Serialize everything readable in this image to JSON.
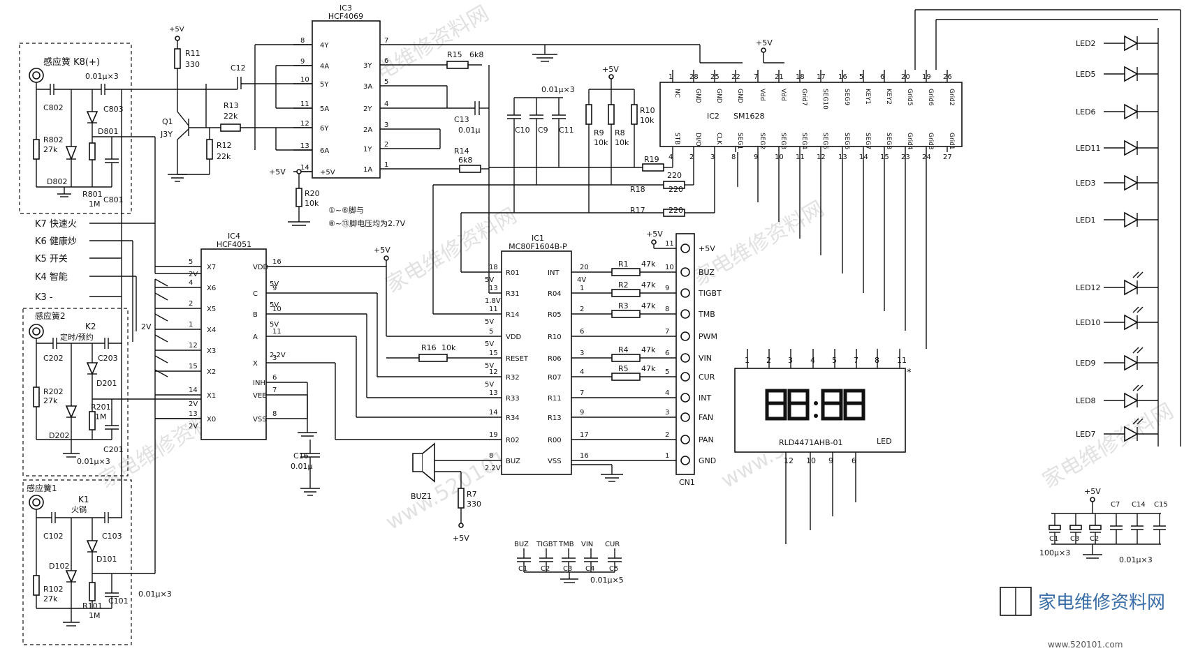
{
  "watermark": {
    "site": "www.520101.com",
    "brand": "家电维修资料网",
    "footer_url": "www.520101.com"
  },
  "ic3": {
    "ref": "IC3",
    "part": "HCF4069",
    "left_pins": [
      {
        "num": "8",
        "name": "4Y"
      },
      {
        "num": "9",
        "name": "4A"
      },
      {
        "num": "10",
        "name": "5Y"
      },
      {
        "num": "11",
        "name": "5A"
      },
      {
        "num": "12",
        "name": "6Y"
      },
      {
        "num": "13",
        "name": "6A"
      },
      {
        "num": "14",
        "name": "+5V"
      }
    ],
    "right_pins": [
      {
        "num": "7",
        "name": ""
      },
      {
        "num": "6",
        "name": "3Y"
      },
      {
        "num": "5",
        "name": "3A"
      },
      {
        "num": "4",
        "name": "2Y"
      },
      {
        "num": "3",
        "name": "2A"
      },
      {
        "num": "2",
        "name": "1Y"
      },
      {
        "num": "1",
        "name": "1A"
      }
    ]
  },
  "ic4": {
    "ref": "IC4",
    "part": "HCF4051",
    "left_pins": [
      {
        "num": "5",
        "name": "X7"
      },
      {
        "num": "4",
        "name": "X6"
      },
      {
        "num": "2",
        "name": "X5"
      },
      {
        "num": "1",
        "name": "X4"
      },
      {
        "num": "12",
        "name": "X3"
      },
      {
        "num": "15",
        "name": "X2"
      },
      {
        "num": "14",
        "name": "X1"
      },
      {
        "num": "13",
        "name": "X0"
      }
    ],
    "right_pins": [
      {
        "num": "16",
        "name": "VDD"
      },
      {
        "num": "9",
        "name": "C"
      },
      {
        "num": "10",
        "name": "B"
      },
      {
        "num": "11",
        "name": "A"
      },
      {
        "num": "3",
        "name": "X"
      },
      {
        "num": "6",
        "name": "INH"
      },
      {
        "num": "7",
        "name": "VEE"
      },
      {
        "num": "8",
        "name": "VSS"
      }
    ],
    "left_volts": [
      "2V",
      "2V",
      "2V"
    ],
    "right_volts": [
      "5V",
      "5V",
      "5V",
      "2.2V"
    ]
  },
  "ic1": {
    "ref": "IC1",
    "part": "MC80F1604B-P",
    "left_pins": [
      {
        "num": "18",
        "name": "R01",
        "v": "5V"
      },
      {
        "num": "13",
        "name": "R31",
        "v": "1.8V"
      },
      {
        "num": "11",
        "name": "R14",
        "v": "5V"
      },
      {
        "num": "5",
        "name": "VDD",
        "v": "5V"
      },
      {
        "num": "15",
        "name": "RESET",
        "v": "5V"
      },
      {
        "num": "12",
        "name": "R32",
        "v": "5V"
      },
      {
        "num": "13",
        "name": "R33",
        "v": ""
      },
      {
        "num": "14",
        "name": "R34",
        "v": ""
      },
      {
        "num": "19",
        "name": "R02",
        "v": ""
      },
      {
        "num": "8",
        "name": "BUZ",
        "v": "2.2V"
      }
    ],
    "right_pins": [
      {
        "num": "20",
        "name": "INT",
        "v": "4V"
      },
      {
        "num": "1",
        "name": "R04",
        "v": ""
      },
      {
        "num": "2",
        "name": "R05",
        "v": ""
      },
      {
        "num": "6",
        "name": "R10",
        "v": ""
      },
      {
        "num": "3",
        "name": "R06",
        "v": ""
      },
      {
        "num": "4",
        "name": "R07",
        "v": ""
      },
      {
        "num": "7",
        "name": "R11",
        "v": ""
      },
      {
        "num": "9",
        "name": "R13",
        "v": ""
      },
      {
        "num": "17",
        "name": "R00",
        "v": ""
      },
      {
        "num": "16",
        "name": "VSS",
        "v": ""
      }
    ]
  },
  "ic2": {
    "ref": "IC2",
    "part": "SM1628",
    "top_pins": [
      {
        "num": "1",
        "name": "NC"
      },
      {
        "num": "28",
        "name": "GND"
      },
      {
        "num": "25",
        "name": "GND"
      },
      {
        "num": "22",
        "name": "GND"
      },
      {
        "num": "7",
        "name": "Vdd"
      },
      {
        "num": "21",
        "name": "Vdd"
      },
      {
        "num": "18",
        "name": "Grid7"
      },
      {
        "num": "17",
        "name": "SEG10"
      },
      {
        "num": "16",
        "name": "SEG9"
      },
      {
        "num": "5",
        "name": "KEY1"
      },
      {
        "num": "6",
        "name": "KEY2"
      },
      {
        "num": "20",
        "name": "Grid5"
      },
      {
        "num": "19",
        "name": "Grid6"
      },
      {
        "num": "26",
        "name": "Grid2"
      }
    ],
    "bottom_pins": [
      {
        "num": "4",
        "name": "STB"
      },
      {
        "num": "2",
        "name": "DI/O"
      },
      {
        "num": "3",
        "name": "CLK"
      },
      {
        "num": "8",
        "name": "SEG1"
      },
      {
        "num": "9",
        "name": "SEG2"
      },
      {
        "num": "10",
        "name": "SEG3"
      },
      {
        "num": "11",
        "name": "SEG4"
      },
      {
        "num": "12",
        "name": "SEG5"
      },
      {
        "num": "13",
        "name": "SEG6"
      },
      {
        "num": "14",
        "name": "SEG7"
      },
      {
        "num": "15",
        "name": "SEG8"
      },
      {
        "num": "23",
        "name": "Grid4"
      },
      {
        "num": "24",
        "name": "Grid3"
      },
      {
        "num": "27",
        "name": "Grid1"
      }
    ]
  },
  "cn1": {
    "ref": "CN1",
    "pins": [
      {
        "num": "11",
        "name": "+5V"
      },
      {
        "num": "10",
        "name": "BUZ"
      },
      {
        "num": "9",
        "name": "TIGBT"
      },
      {
        "num": "8",
        "name": "TMB"
      },
      {
        "num": "7",
        "name": "PWM"
      },
      {
        "num": "6",
        "name": "VIN"
      },
      {
        "num": "5",
        "name": "CUR"
      },
      {
        "num": "4",
        "name": "INT"
      },
      {
        "num": "3",
        "name": "FAN"
      },
      {
        "num": "2",
        "name": "PAN"
      },
      {
        "num": "1",
        "name": "GND"
      }
    ]
  },
  "display": {
    "part": "RLD4471AHB-01",
    "type": "LED",
    "top_pins": [
      "1",
      "2",
      "3",
      "4",
      "5",
      "7",
      "8",
      "11"
    ],
    "bottom_pins": [
      "12",
      "10",
      "9",
      "6"
    ],
    "star": "*"
  },
  "leds_top": [
    "LED2",
    "LED5",
    "LED6",
    "LED11",
    "LED3",
    "LED1"
  ],
  "leds_bottom": [
    "LED12",
    "LED10",
    "LED9",
    "LED8",
    "LED7"
  ],
  "ic1_resistors": [
    {
      "ref": "R1",
      "val": "47k"
    },
    {
      "ref": "R2",
      "val": "47k"
    },
    {
      "ref": "R3",
      "val": "47k"
    },
    {
      "ref": "R4",
      "val": "47k"
    },
    {
      "ref": "R5",
      "val": "47k"
    }
  ],
  "labels": {
    "r11": "R11",
    "r11_val": "330",
    "q1": "Q1",
    "q1_part": "J3Y",
    "c12": "C12",
    "r13": "R13",
    "r13_val": "22k",
    "r12": "R12",
    "r12_val": "22k",
    "r15": "R15",
    "r15_val": "6k8",
    "r14": "R14",
    "r14_val": "6k8",
    "c13": "C13",
    "c13_val": "0.01μ",
    "r20": "R20",
    "r20_val": "10k",
    "note1": "①~⑥脚与",
    "note2": "⑧~⑬脚电压均为2.7V",
    "caps_x3": "0.01μ×3",
    "c10": "C10",
    "c9": "C9",
    "c11": "C11",
    "r9": "R9",
    "r9_val": "10k",
    "r8": "R8",
    "r8_val": "10k",
    "r10": "R10",
    "r10_val": "10k",
    "r19": "R19",
    "r19_val": "220",
    "r18": "R18",
    "r18_val": "220",
    "r17": "R17",
    "r17_val": "220",
    "r16": "R16",
    "r16_val": "10k",
    "c16": "C16",
    "c16_val": "0.01μ",
    "buz1": "BUZ1",
    "r7": "R7",
    "r7_val": "330",
    "plus5v": "+5V",
    "k8": "感应簧 K8(+)",
    "k8_caps": "0.01μ×3",
    "c802": "C802",
    "c803": "C803",
    "d801": "D801",
    "r802": "R802",
    "r802_val": "27k",
    "d802": "D802",
    "r801": "R801",
    "r801_val": "1M",
    "c801": "C801",
    "k7": "K7 快速火",
    "k6": "K6 健康炒",
    "k5": "K5 开关",
    "k4": "K4 智能",
    "k3": "K3 -",
    "coil2": "感应簧2",
    "k2": "K2",
    "k2_text": "定时/预约",
    "c202": "C202",
    "c203": "C203",
    "d201": "D201",
    "r202": "R202",
    "r202_val": "27k",
    "r201": "R201",
    "r201_val": "1M",
    "d202": "D202",
    "c201": "C201",
    "caps2": "0.01μ×3",
    "coil1": "感应簧1",
    "k1": "K1",
    "k1_text": "火锅",
    "c102": "C102",
    "c103": "C103",
    "d101": "D101",
    "d102": "D102",
    "r102": "R102",
    "r102_val": "27k",
    "r101": "R101",
    "r101_val": "1M",
    "c101": "C101",
    "caps1": "0.01μ×3",
    "two_v": "2V",
    "cap_group_labels": [
      "BUZ",
      "TIGBT",
      "TMB",
      "VIN",
      "CUR"
    ],
    "cap_group_refs": [
      "C1",
      "C2",
      "C3",
      "C4",
      "C5"
    ],
    "cap_group_val": "0.01μ×5",
    "elec_refs": [
      "C1",
      "C3",
      "C2"
    ],
    "elec_val": "100μ×3",
    "rcap_refs": [
      "C7",
      "C14",
      "C15"
    ],
    "rcap_val": "0.01μ×3"
  }
}
